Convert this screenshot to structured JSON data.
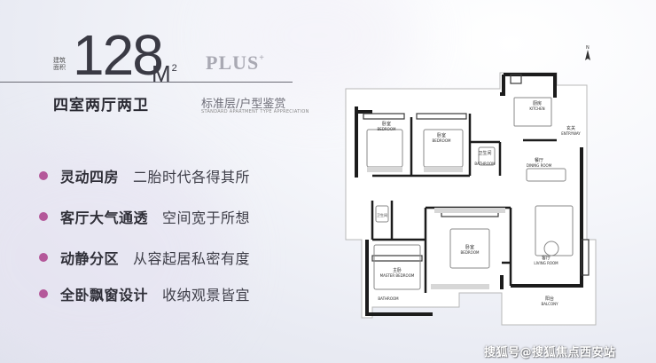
{
  "area": {
    "label": "建筑面积",
    "number": "128",
    "unit": "M",
    "unit_sup": "2"
  },
  "plus": {
    "text": "PLUS",
    "sup": "+"
  },
  "layout_title": "四室两厅两卫",
  "subtitle": {
    "cn": "标准层/户型鉴赏",
    "en": "STANDARD APARTMENT TYPE APPRECIATION"
  },
  "features": [
    {
      "title": "灵动四房",
      "desc": "二胎时代各得其所"
    },
    {
      "title": "客厅大气通透",
      "desc": "空间宽于所想"
    },
    {
      "title": "动静分区",
      "desc": "从容起居私密有度"
    },
    {
      "title": "全卧飘窗设计",
      "desc": "收纳观景皆宜"
    }
  ],
  "floorplan": {
    "compass": "N",
    "rooms": [
      {
        "cn": "卧室",
        "en": "BEDROOM"
      },
      {
        "cn": "卧室",
        "en": "BEDROOM"
      },
      {
        "cn": "厨房",
        "en": "KITCHEN"
      },
      {
        "cn": "卫生间",
        "en": "BATHROOM"
      },
      {
        "cn": "玄关",
        "en": "ENTRYWAY"
      },
      {
        "cn": "餐厅",
        "en": "DINING ROOM"
      },
      {
        "cn": "卫生间",
        "en": ""
      },
      {
        "cn": "卧室",
        "en": "BEDROOM"
      },
      {
        "cn": "主卧",
        "en": "MASTER BEDROOM"
      },
      {
        "cn": "客厅",
        "en": "LIVING ROOM"
      },
      {
        "cn": "阳台",
        "en": "BALCONY"
      },
      {
        "cn": "",
        "en": "BATHROOM"
      }
    ]
  },
  "watermark": "搜狐号@搜狐焦点西安站",
  "colors": {
    "accent_dot": "#b4589a",
    "wall": "#1c1c1c",
    "plan_bg": "#ffffff"
  }
}
